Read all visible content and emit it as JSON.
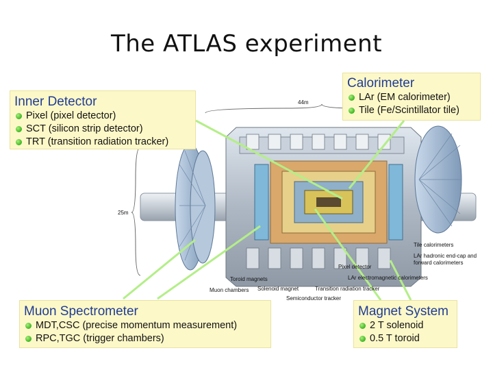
{
  "title": "The ATLAS experiment",
  "boxes": {
    "inner": {
      "heading": "Inner Detector",
      "items": [
        "Pixel (pixel detector)",
        "SCT (silicon strip detector)",
        "TRT (transition radiation tracker)"
      ]
    },
    "calorimeter": {
      "heading": "Calorimeter",
      "items": [
        "LAr (EM calorimeter)",
        "Tile (Fe/Scintillator tile)"
      ]
    },
    "muon": {
      "heading": "Muon Spectrometer",
      "items": [
        "MDT,CSC (precise momentum measurement)",
        "RPC,TGC (trigger chambers)"
      ]
    },
    "magnet": {
      "heading": "Magnet System",
      "items": [
        "2 T solenoid",
        "0.5 T toroid"
      ]
    }
  },
  "diagram_labels": {
    "length": "44m",
    "height": "25m",
    "tile_calorimeters": "Tile calorimeters",
    "lar_hadronic_1": "LAr hadronic end-cap and",
    "lar_hadronic_2": "forward calorimeters",
    "pixel_detector": "Pixel detector",
    "lar_em": "LAr electromagnetic calorimeters",
    "toroid_magnets": "Toroid magnets",
    "solenoid_magnet": "Solenoid magnet",
    "trt": "Transition radiation tracker",
    "muon_chambers": "Muon chambers",
    "sct": "Semiconductor tracker"
  },
  "colors": {
    "box_bg": "#fdf8c8",
    "heading": "#1f3c95",
    "bullet": "#3bb522",
    "pointer": "#b4ee88"
  }
}
